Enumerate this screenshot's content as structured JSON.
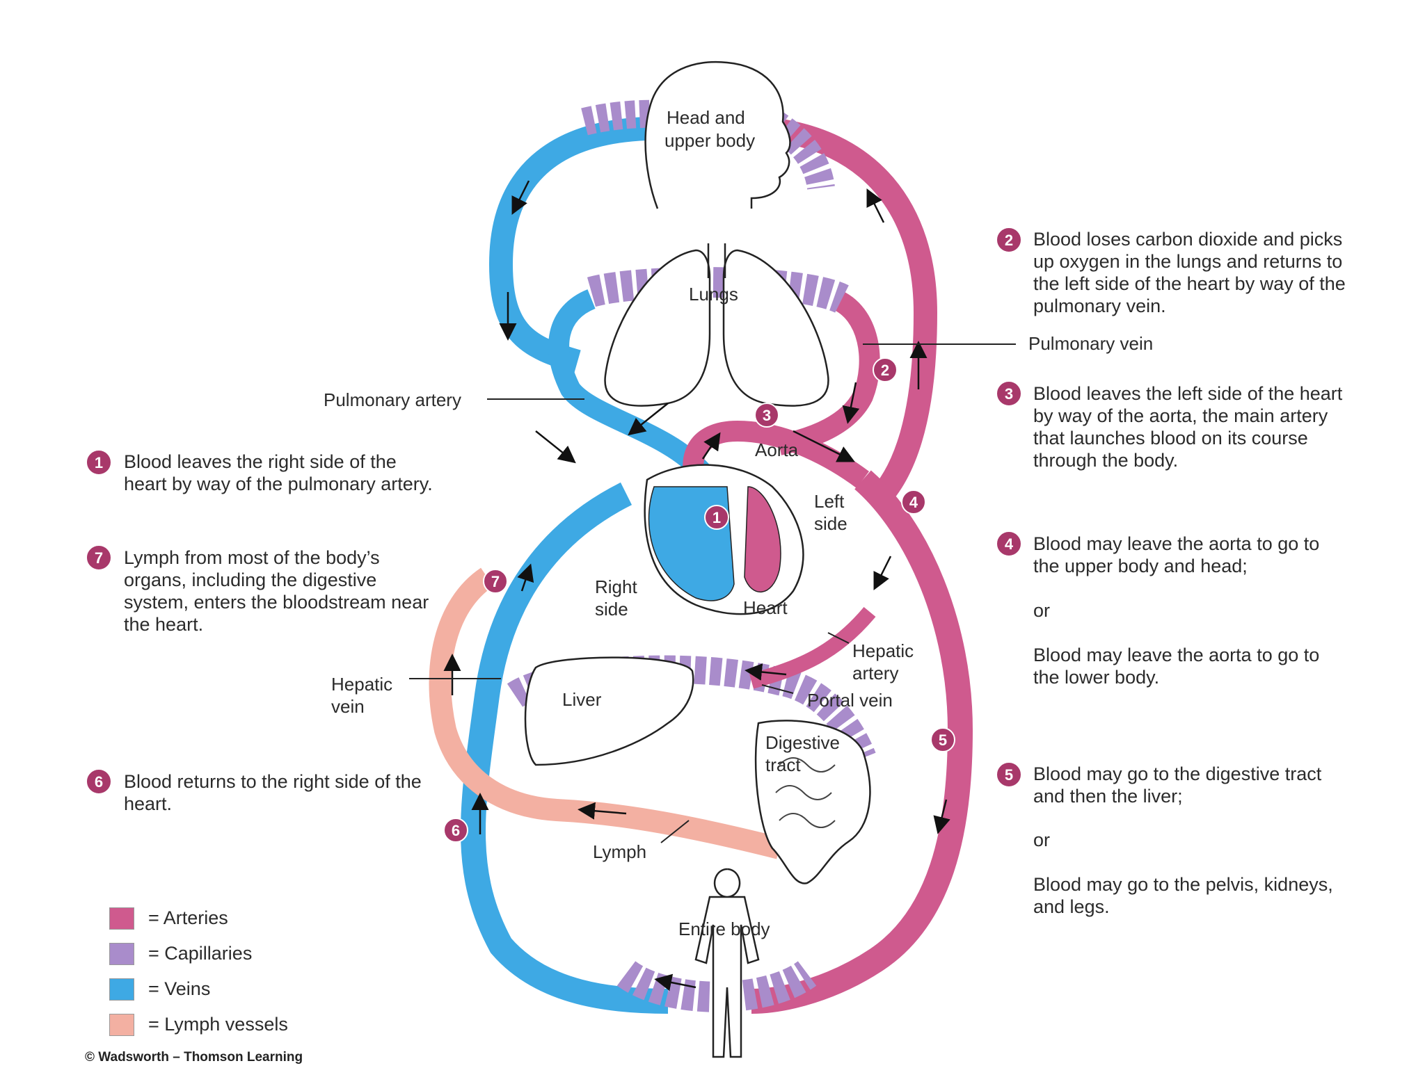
{
  "colors": {
    "artery": "#cf5a8e",
    "capillary": "#a98ccb",
    "vein": "#3ea9e4",
    "lymph": "#f3b0a2",
    "badge": "#a8386a"
  },
  "labels": {
    "head": [
      "Head and",
      "upper body"
    ],
    "lungs": "Lungs",
    "pulmonary_artery": "Pulmonary artery",
    "pulmonary_vein": "Pulmonary vein",
    "aorta": "Aorta",
    "left_side": [
      "Left",
      "side"
    ],
    "right_side": [
      "Right",
      "side"
    ],
    "heart": "Heart",
    "hepatic_artery": [
      "Hepatic",
      "artery"
    ],
    "hepatic_vein": [
      "Hepatic",
      "vein"
    ],
    "liver": "Liver",
    "portal_vein": "Portal vein",
    "digestive_tract": [
      "Digestive",
      "tract"
    ],
    "lymph": "Lymph",
    "entire_body": "Entire body"
  },
  "steps": [
    {
      "num": "1",
      "text": "Blood leaves the right side of the heart by way of the pulmonary artery."
    },
    {
      "num": "2",
      "text": "Blood loses carbon dioxide and picks up oxygen in the lungs and returns to the left side of the heart by way of the pulmonary vein."
    },
    {
      "num": "3",
      "text": "Blood leaves the left side of the heart by way of the aorta, the main artery that launches blood on its course through the body."
    },
    {
      "num": "4",
      "text": "Blood may leave the aorta to go to the upper body and head;",
      "or": "or",
      "text2": "Blood may leave the aorta to go to the lower body."
    },
    {
      "num": "5",
      "text": "Blood may go to the digestive tract and then the liver;",
      "or": "or",
      "text2": "Blood may go to the pelvis, kidneys, and legs."
    },
    {
      "num": "6",
      "text": "Blood returns to the right side of the heart."
    },
    {
      "num": "7",
      "text": "Lymph from most of the body’s organs, including the digestive system, enters the bloodstream near the heart."
    }
  ],
  "legend": [
    {
      "label": "= Arteries",
      "color": "#cf5a8e"
    },
    {
      "label": "= Capillaries",
      "color": "#a98ccb"
    },
    {
      "label": "= Veins",
      "color": "#3ea9e4"
    },
    {
      "label": "= Lymph vessels",
      "color": "#f3b0a2"
    }
  ],
  "copyright": "© Wadsworth – Thomson Learning"
}
